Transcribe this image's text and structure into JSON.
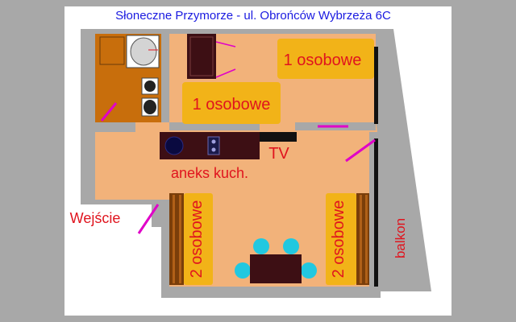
{
  "title": "Słoneczne Przymorze - ul. Obrońców Wybrzeża 6C",
  "labels": {
    "bed_top_right": "1 osobowe",
    "bed_middle": "1 osobowe",
    "bed_bottom_left": "2 osobowe",
    "bed_bottom_right": "2 osobowe",
    "tv": "TV",
    "kitchen": "aneks kuch.",
    "entrance": "Wejście",
    "balcony": "balkon"
  },
  "colors": {
    "wall": "#a8a8a8",
    "floor": "#f2b27a",
    "bathroom": "#c86e0c",
    "bed": "#f2b318",
    "bed_frame": "#7a3e0a",
    "wardrobe": "#3d0f14",
    "kitchen_counter": "#3d0f14",
    "table": "#3d0f14",
    "chair": "#22c8e0",
    "door": "#e000c8",
    "title_text": "#1a1ae0",
    "label_text": "#e0141e",
    "window": "#111111"
  }
}
